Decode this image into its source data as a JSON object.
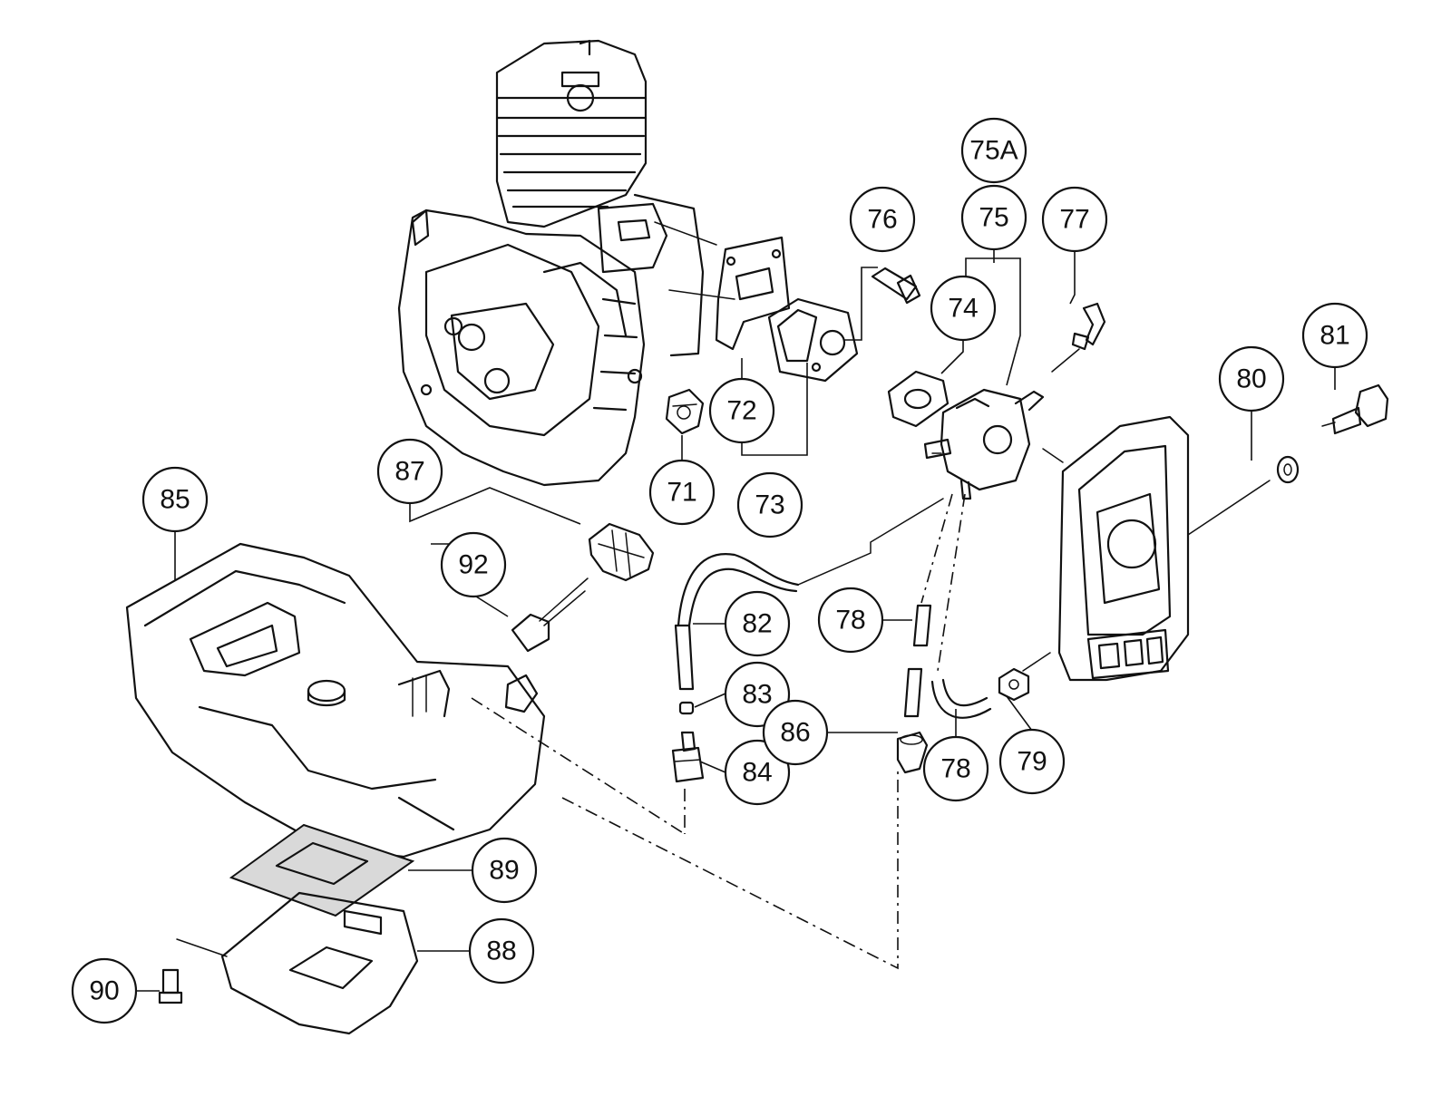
{
  "callouts": [
    {
      "id": "71",
      "label": "71"
    },
    {
      "id": "72",
      "label": "72"
    },
    {
      "id": "73",
      "label": "73"
    },
    {
      "id": "74",
      "label": "74"
    },
    {
      "id": "75",
      "label": "75"
    },
    {
      "id": "75A",
      "label": "75A"
    },
    {
      "id": "76",
      "label": "76"
    },
    {
      "id": "77",
      "label": "77"
    },
    {
      "id": "78a",
      "label": "78"
    },
    {
      "id": "78b",
      "label": "78"
    },
    {
      "id": "79",
      "label": "79"
    },
    {
      "id": "80",
      "label": "80"
    },
    {
      "id": "81",
      "label": "81"
    },
    {
      "id": "82",
      "label": "82"
    },
    {
      "id": "83",
      "label": "83"
    },
    {
      "id": "84",
      "label": "84"
    },
    {
      "id": "85",
      "label": "85"
    },
    {
      "id": "86",
      "label": "86"
    },
    {
      "id": "87",
      "label": "87"
    },
    {
      "id": "88",
      "label": "88"
    },
    {
      "id": "89",
      "label": "89"
    },
    {
      "id": "90",
      "label": "90"
    },
    {
      "id": "92",
      "label": "92"
    }
  ]
}
